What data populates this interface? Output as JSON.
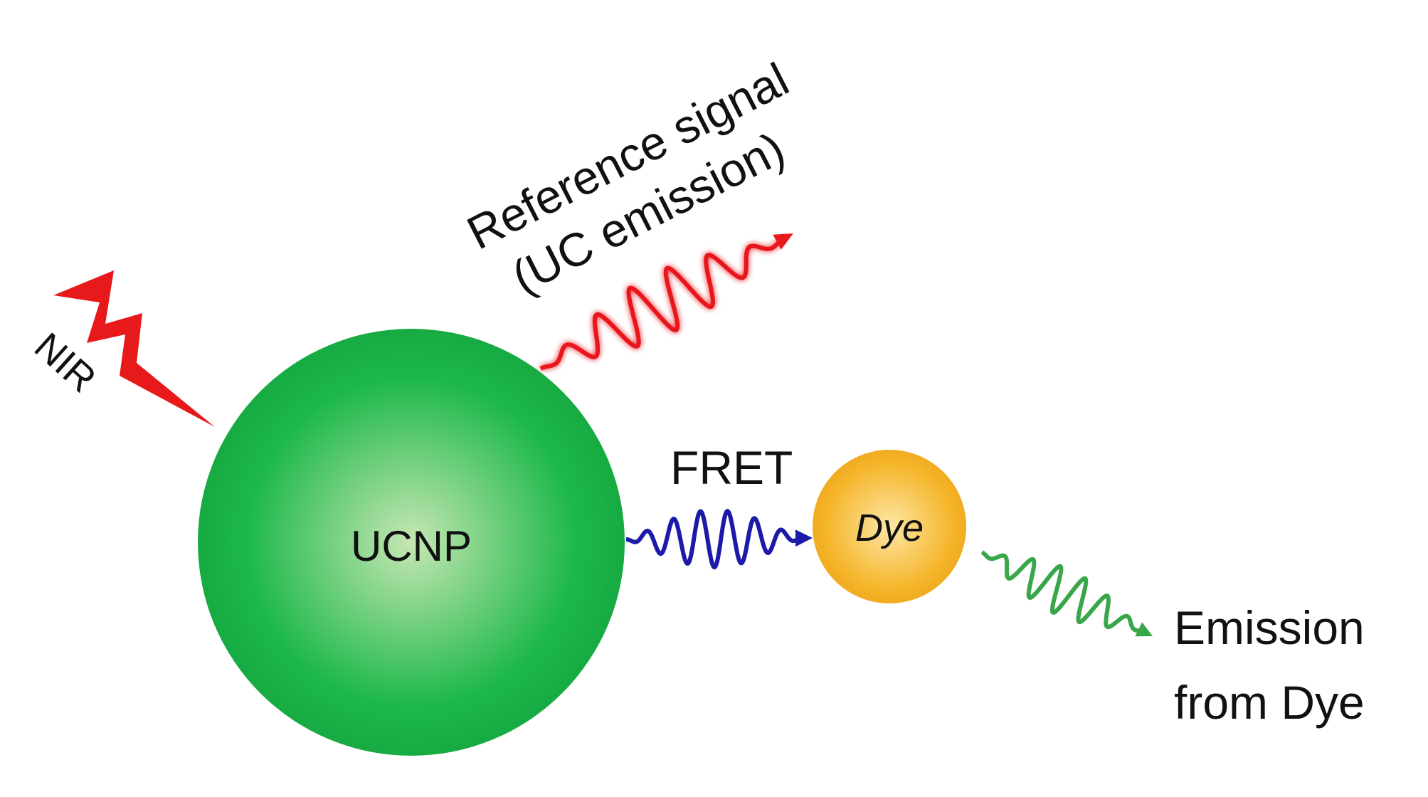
{
  "labels": {
    "nir": "NIR",
    "ucnp": "UCNP",
    "dye": "Dye",
    "fret": "FRET",
    "reference_line1": "Reference signal",
    "reference_line2": "(UC emission)",
    "emission_line1": "Emission",
    "emission_line2": "from Dye"
  },
  "colors": {
    "ucnp_fill": "#1db84a",
    "ucnp_center": "#c7e7b4",
    "ucnp_label": "#8a3a1a",
    "dye_fill": "#f5b52a",
    "dye_center": "#fde7a6",
    "reference_wave": "#e8191b",
    "fret_wave": "#1c1aa8",
    "dye_emission_wave": "#3aa64a",
    "nir_bolt": "#e8191b"
  }
}
